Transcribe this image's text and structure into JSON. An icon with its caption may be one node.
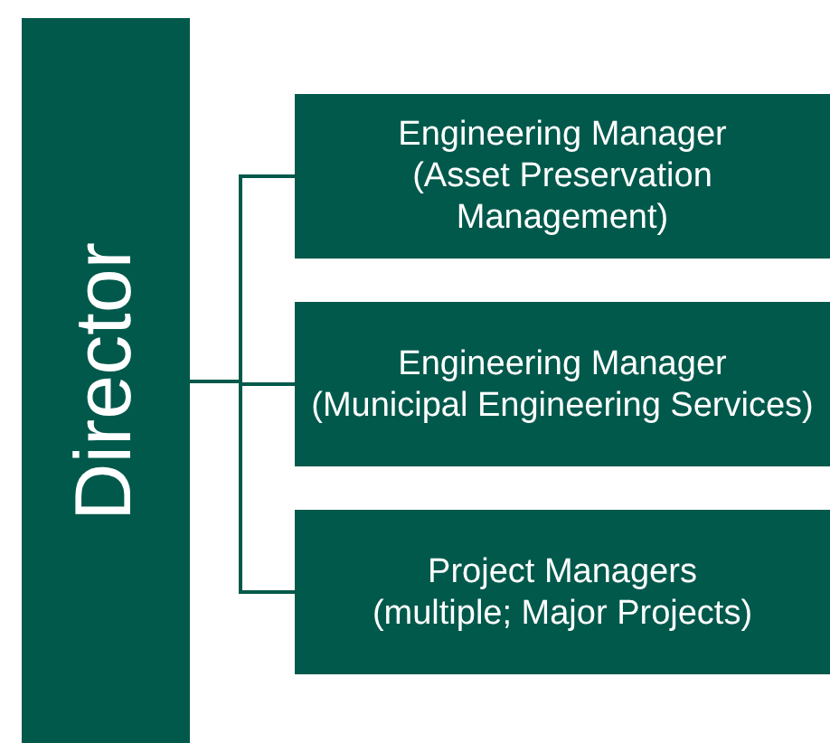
{
  "diagram": {
    "nodes": [
      {
        "text": [
          "Director"
        ]
      },
      {
        "text": [
          "Engineering Manager",
          "(Asset Preservation Management)"
        ]
      },
      {
        "text": [
          "Engineering Manager",
          "(Municipal Engineering Services)"
        ]
      },
      {
        "text": [
          "Project Managers",
          "(multiple; Major Projects)"
        ]
      }
    ],
    "edges": [
      {
        "from": 0,
        "to": 1,
        "arrow": "none"
      },
      {
        "from": 0,
        "to": 2,
        "arrow": "none"
      },
      {
        "from": 0,
        "to": 3,
        "arrow": "none"
      }
    ]
  }
}
